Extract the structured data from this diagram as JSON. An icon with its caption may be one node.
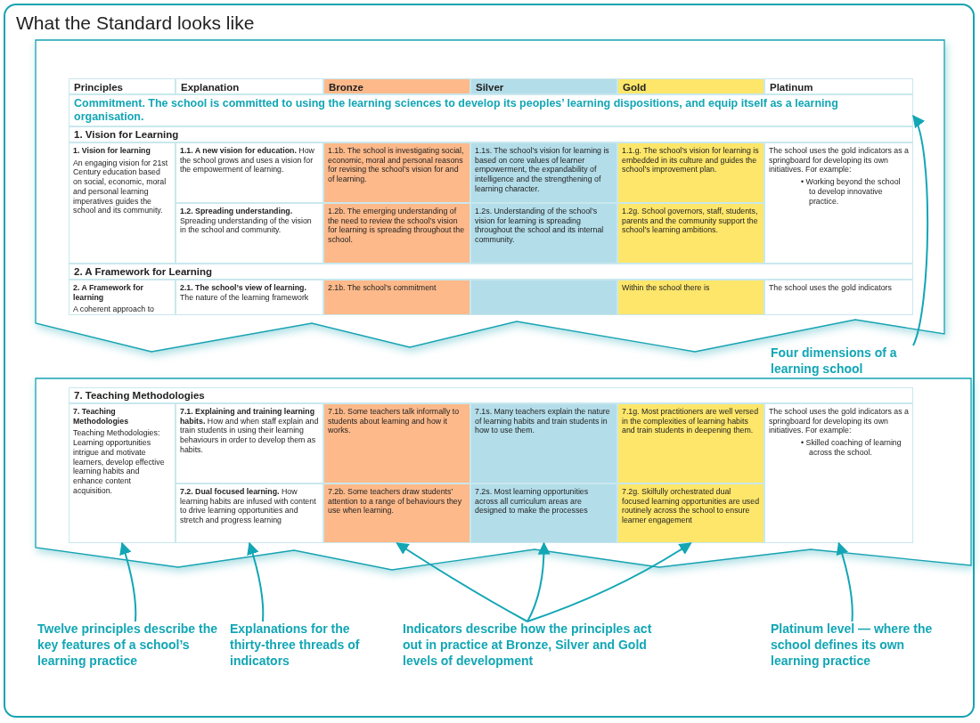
{
  "diagram": {
    "title": "What the Standard looks like",
    "nodes": [
      {
        "text": [],
        "shape": "box"
      },
      {
        "text": [
          "Principles"
        ],
        "in": 0
      },
      {
        "text": [
          "Explanation"
        ],
        "in": 0
      },
      {
        "text": [
          "Bronze"
        ],
        "in": 0
      },
      {
        "text": [
          "Silver"
        ],
        "in": 0
      },
      {
        "text": [
          "Gold"
        ],
        "in": 0
      },
      {
        "text": [
          "Platinum"
        ],
        "in": 0
      },
      {
        "text": [
          "Commitment. The school is committed to using the learning sciences to develop its peoples’ learning dispositions, and equip itself as a learning organisation."
        ],
        "in": 0
      },
      {
        "text": [
          "1. Vision for Learning"
        ],
        "in": 0
      },
      {
        "text": [
          "1. Vision for learning",
          "An engaging vision for 21st Century education based on social, economic, moral and personal learning imperatives guides the school and its community."
        ],
        "in": 0
      },
      {
        "text": [
          "**1.1. A new vision for education.** How the school grows and uses a vision for the empowerment of learning."
        ],
        "in": 0
      },
      {
        "text": [
          "1.1b. The school is investigating social, economic, moral and personal reasons for revising the school’s vision for and of learning."
        ],
        "in": 0
      },
      {
        "text": [
          "1.1s. The school’s vision for learning is based on core values of learner empowerment, the expandability of intelligence and the strengthening of learning character."
        ],
        "in": 0
      },
      {
        "text": [
          "1.1.g. The school’s vision for learning is embedded in its culture and guides the school’s improvement plan."
        ],
        "in": 0
      },
      {
        "text": [
          "The school uses the gold indicators as a springboard for developing its own initiatives. For example:",
          "• Working beyond the school to develop innovative practice."
        ],
        "in": 0
      },
      {
        "text": [
          "**1.2. Spreading understanding.** Spreading understanding of the vision in the school and community."
        ],
        "in": 0
      },
      {
        "text": [
          "1.2b. The emerging understanding of the need to review the school’s vision for learning is spreading throughout the school."
        ],
        "in": 0
      },
      {
        "text": [
          "1.2s. Understanding of the school’s vision for learning is spreading throughout the school and its internal community."
        ],
        "in": 0
      },
      {
        "text": [
          "1.2g. School governors, staff, students, parents and the community support the school’s learning ambitions."
        ],
        "in": 0
      },
      {
        "text": [
          "2. A Framework for Learning"
        ],
        "in": 0
      },
      {
        "text": [
          "2. A Framework for learning",
          "A coherent approach to"
        ],
        "in": 0
      },
      {
        "text": [
          "**2.1. The school’s view of learning.** The nature of the learning framework"
        ],
        "in": 0
      },
      {
        "text": [
          "2.1b. The school’s commitment"
        ],
        "in": 0
      },
      {
        "text": [
          "Within the school there is"
        ],
        "in": 0
      },
      {
        "text": [
          "The school uses the gold indicators"
        ],
        "in": 0
      },
      {
        "text": [],
        "shape": "box"
      },
      {
        "text": [
          "7. Teaching Methodologies"
        ],
        "in": 25
      },
      {
        "text": [
          "7. Teaching Methodologies",
          "Teaching Methodologies: Learning opportunities intrigue and motivate learners, develop effective learning habits and enhance content acquisition."
        ],
        "in": 25
      },
      {
        "text": [
          "**7.1. Explaining and training learning habits.** How and when staff explain and train students in using their learning behaviours in order to develop them as habits."
        ],
        "in": 25
      },
      {
        "text": [
          "7.1b. Some teachers talk informally to students about learning and how it works."
        ],
        "in": 25
      },
      {
        "text": [
          "7.1s. Many teachers explain the nature of learning habits and train students in how to use them."
        ],
        "in": 25
      },
      {
        "text": [
          "7.1g. Most practitioners are well versed in the complexities of learning habits and train students in deepening them."
        ],
        "in": 25
      },
      {
        "text": [
          "The school uses the gold indicators as a springboard for developing its own initiatives. For example:",
          "• Skilled coaching of learning across the school."
        ],
        "in": 25
      },
      {
        "text": [
          "**7.2. Dual focused learning.** How learning habits are infused with content to drive learning opportunities and stretch and progress learning"
        ],
        "in": 25
      },
      {
        "text": [
          "7.2b. Some teachers draw students’ attention to a range of behaviours they use when learning."
        ],
        "in": 25
      },
      {
        "text": [
          "7.2s. Most learning opportunities across all curriculum areas are designed to make the processes"
        ],
        "in": 25
      },
      {
        "text": [
          "7.2g. Skilfully orchestrated dual focused learning opportunities are used routinely across the school to ensure learner engagement"
        ],
        "in": 25
      },
      {
        "text": [
          "Four dimensions of a learning school"
        ]
      },
      {
        "text": [
          "Twelve principles describe the key features of a school’s learning practice"
        ]
      },
      {
        "text": [
          "Explanations for the thirty-three threads of indicators"
        ]
      },
      {
        "text": [
          "Indicators describe how the principles act out in practice at Bronze, Silver and Gold levels of development"
        ]
      },
      {
        "text": [
          "Platinum level — where the school defines its own learning practice"
        ]
      }
    ],
    "edges": [
      {
        "from": 37,
        "to": 7,
        "arrow": "to"
      },
      {
        "from": 38,
        "to": 27,
        "arrow": "to"
      },
      {
        "from": 39,
        "to": 33,
        "arrow": "to"
      },
      {
        "from": 40,
        "to": 34,
        "arrow": "to"
      },
      {
        "from": 40,
        "to": 35,
        "arrow": "to"
      },
      {
        "from": 40,
        "to": 36,
        "arrow": "to"
      },
      {
        "from": 41,
        "to": 32,
        "arrow": "to"
      }
    ]
  }
}
